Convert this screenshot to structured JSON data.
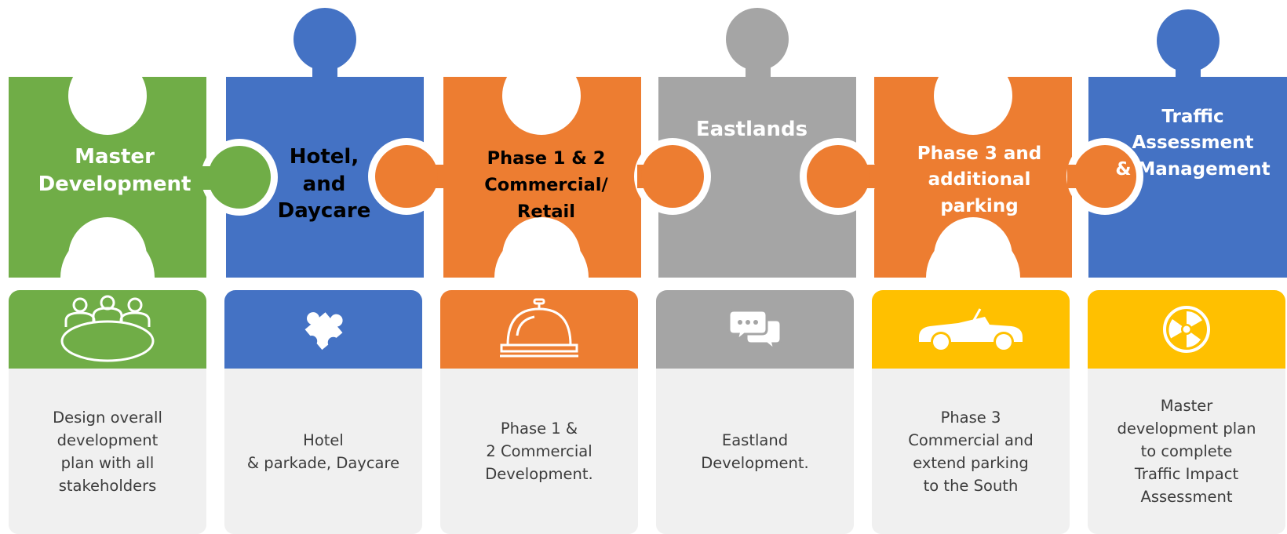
{
  "colors": {
    "green": "#70ad47",
    "blue": "#4472c4",
    "orange": "#ed7d31",
    "gray": "#a5a5a5",
    "yellow": "#ffc000",
    "card_body": "#f0f0f0",
    "dark_text": "#000000",
    "light_text": "#ffffff"
  },
  "pieces": [
    {
      "title": "Master\nDevelopment",
      "color": "green",
      "text_color": "light"
    },
    {
      "title": "Hotel,\nand\nDaycare",
      "color": "blue",
      "text_color": "dark"
    },
    {
      "title": "Phase 1 & 2\nCommercial/\nRetail",
      "color": "orange",
      "text_color": "dark"
    },
    {
      "title": "Eastlands",
      "color": "gray",
      "text_color": "light"
    },
    {
      "title": "Phase 3 and\nadditional\nparking",
      "color": "orange",
      "text_color": "light"
    },
    {
      "title": "Traffic\nAssessment\n& Management",
      "color": "blue",
      "text_color": "light"
    }
  ],
  "cards": [
    {
      "icon": "meeting-table-icon",
      "color": "green",
      "text": "Design overall\ndevelopment\nplan with all\nstakeholders"
    },
    {
      "icon": "puzzle-piece-icon",
      "color": "blue",
      "text": "Hotel\n& parkade, Daycare"
    },
    {
      "icon": "service-bell-icon",
      "color": "orange",
      "text": "Phase 1 &\n2  Commercial\nDevelopment."
    },
    {
      "icon": "chat-bubbles-icon",
      "color": "gray",
      "text": "Eastland\nDevelopment."
    },
    {
      "icon": "convertible-car-icon",
      "color": "yellow",
      "text": "Phase 3\nCommercial and\nextend parking\nto the South"
    },
    {
      "icon": "radiation-icon",
      "color": "yellow",
      "text": "Master\ndevelopment plan\nto complete\nTraffic Impact\nAssessment"
    }
  ]
}
